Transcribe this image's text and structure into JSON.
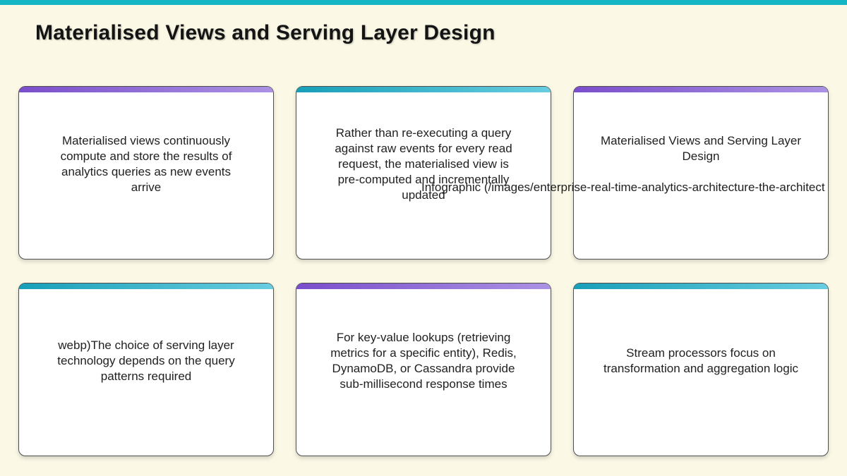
{
  "page": {
    "title": "Materialised Views and Serving Layer Design",
    "top_bar_color": "#15b5c6",
    "background_color": "#fbf8e6"
  },
  "accents": {
    "purple_start": "#7a4ecb",
    "purple_end": "#ab92e3",
    "teal_start": "#189fb8",
    "teal_end": "#68cde0"
  },
  "cards": [
    {
      "accent": "purple",
      "text": "Materialised views continuously\ncompute and store the results of\nanalytics queries as new events\narrive"
    },
    {
      "accent": "teal",
      "text": "Rather than re-executing a query\nagainst raw events for every read\nrequest, the materialised view is\npre-computed and incrementally\nupdated"
    },
    {
      "accent": "purple",
      "text": "Materialised Views and Serving Layer\nDesign",
      "overflow_text": "Infographic (/images/enterprise-real-time-analytics-architecture-the-architect"
    },
    {
      "accent": "teal",
      "text": "webp)The choice of serving layer\ntechnology depends on the query\npatterns required"
    },
    {
      "accent": "purple",
      "text": "For key-value lookups (retrieving\nmetrics for a specific entity), Redis,\nDynamoDB, or Cassandra provide\nsub-millisecond response times"
    },
    {
      "accent": "teal",
      "text": "Stream processors focus on\ntransformation and aggregation logic"
    }
  ]
}
